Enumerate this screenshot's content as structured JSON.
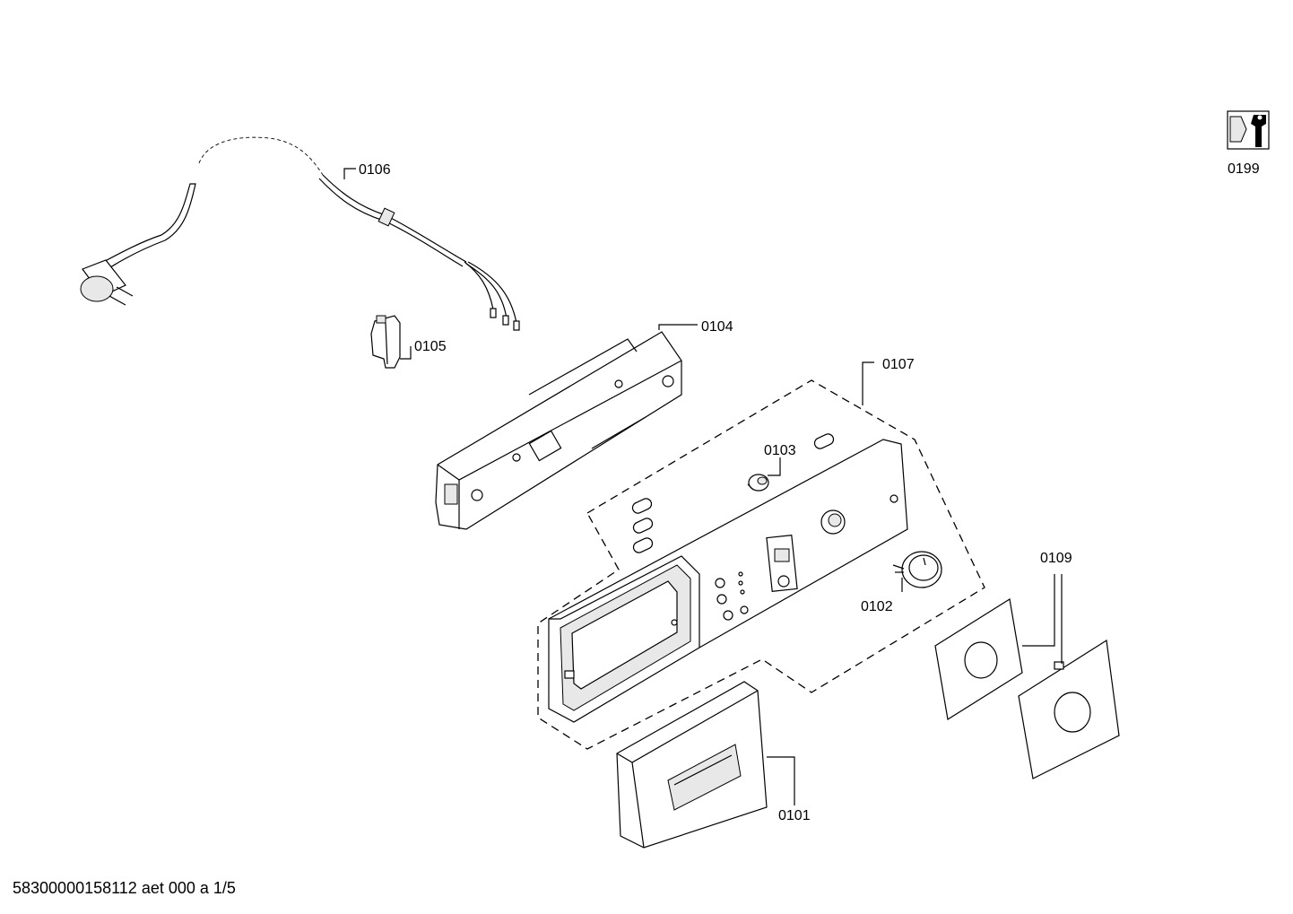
{
  "parts": {
    "p0101": "0101",
    "p0102": "0102",
    "p0103": "0103",
    "p0104": "0104",
    "p0105": "0105",
    "p0106": "0106",
    "p0107": "0107",
    "p0109": "0109",
    "p0199": "0199"
  },
  "footer": "58300000158112 aet 000 a 1/5"
}
